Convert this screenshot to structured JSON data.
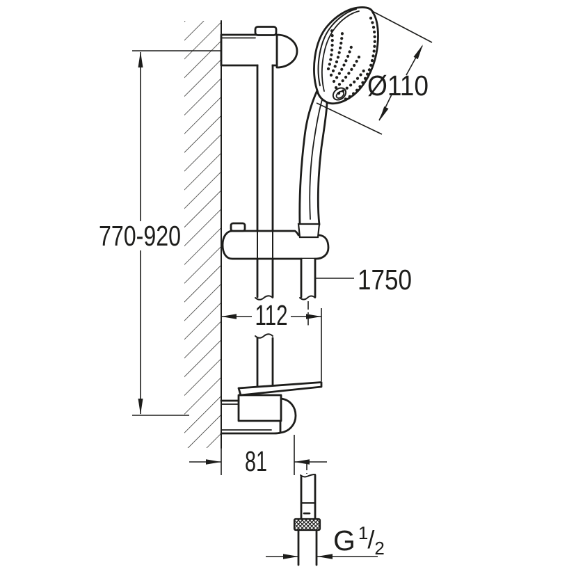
{
  "colors": {
    "line": "#1d1d1b",
    "background": "#ffffff"
  },
  "labels": {
    "rail_height": "770-920",
    "head_diameter": "Ø110",
    "hose_length": "1750",
    "holder_depth": "112",
    "bracket_depth": "81",
    "thread_g": "G",
    "thread_numerator": "1",
    "thread_slash": "/",
    "thread_denominator": "2"
  }
}
